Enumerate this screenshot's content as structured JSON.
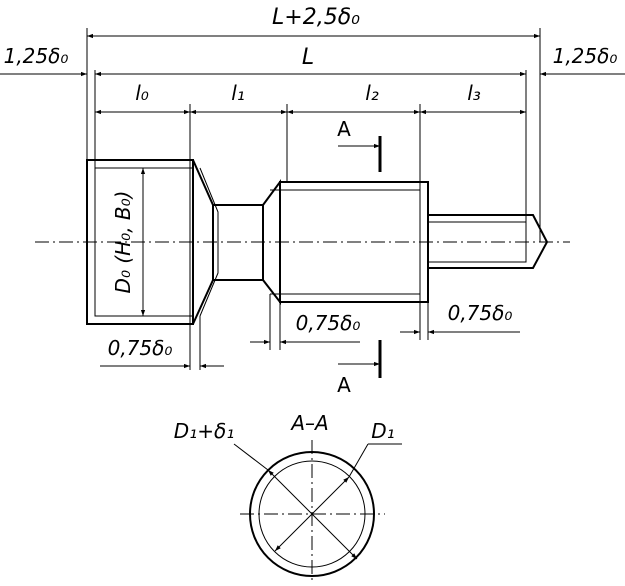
{
  "dimensions": {
    "total_length": "L+2,5δ₀",
    "length": "L",
    "left_allowance": "1,25δ₀",
    "right_allowance": "1,25δ₀",
    "l0": "l₀",
    "l1": "l₁",
    "l2": "l₂",
    "l3": "l₃",
    "head_diameter": "D₀ (H₀, B₀)",
    "head_allowance": "0,75δ₀",
    "body_allowance": "0,75δ₀",
    "tip_allowance": "0,75δ₀"
  },
  "section": {
    "marker_top": "A",
    "marker_bottom": "A",
    "title": "A–A",
    "outer_diameter": "D₁+δ₁",
    "inner_diameter": "D₁"
  }
}
